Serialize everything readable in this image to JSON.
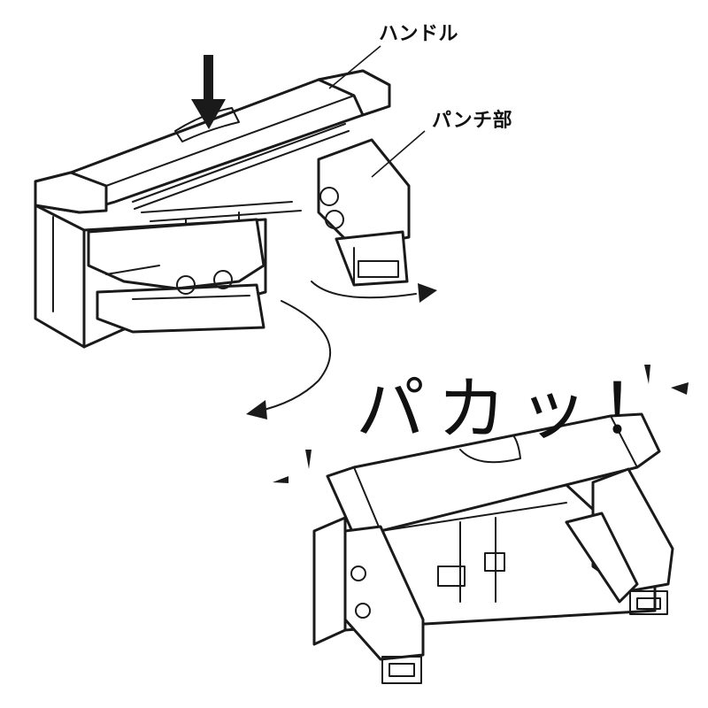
{
  "labels": {
    "handle": "ハンドル",
    "punch_section": "パンチ部",
    "sound_effect": "パカッ！"
  },
  "colors": {
    "ink": "#1a1a1a",
    "paper": "#ffffff"
  },
  "icons": {
    "press_arrow": "down-arrow-icon",
    "rotate_arrows": "curved-arrow-icon"
  }
}
